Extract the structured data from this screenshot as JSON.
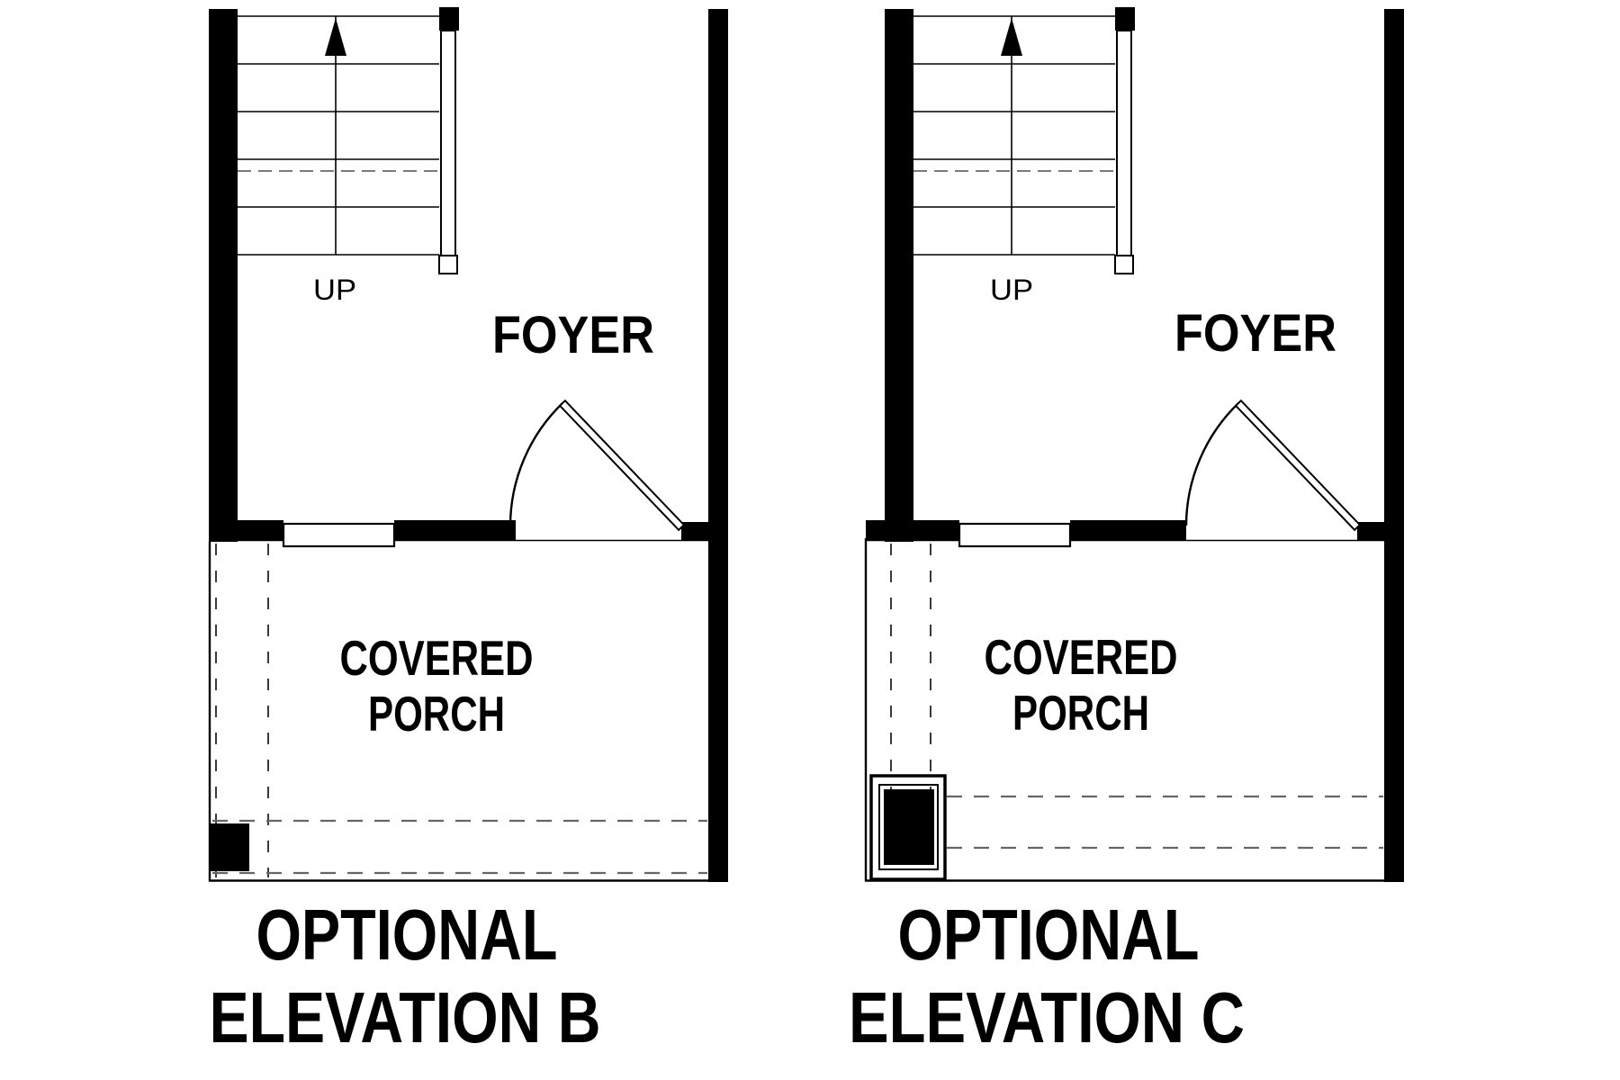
{
  "page": {
    "background": "#ffffff",
    "line_color": "#000000",
    "dash_color_vertical": "#3a3a3a",
    "dash_color_horizontal": "#666666"
  },
  "plans": [
    {
      "id": "elevation-b",
      "up_label": "UP",
      "foyer_label": "FOYER",
      "porch_label_line1": "COVERED",
      "porch_label_line2": "PORCH",
      "caption_line1": "OPTIONAL",
      "caption_line2": "ELEVATION B"
    },
    {
      "id": "elevation-c",
      "up_label": "UP",
      "foyer_label": "FOYER",
      "porch_label_line1": "COVERED",
      "porch_label_line2": "PORCH",
      "caption_line1": "OPTIONAL",
      "caption_line2": "ELEVATION C"
    }
  ]
}
